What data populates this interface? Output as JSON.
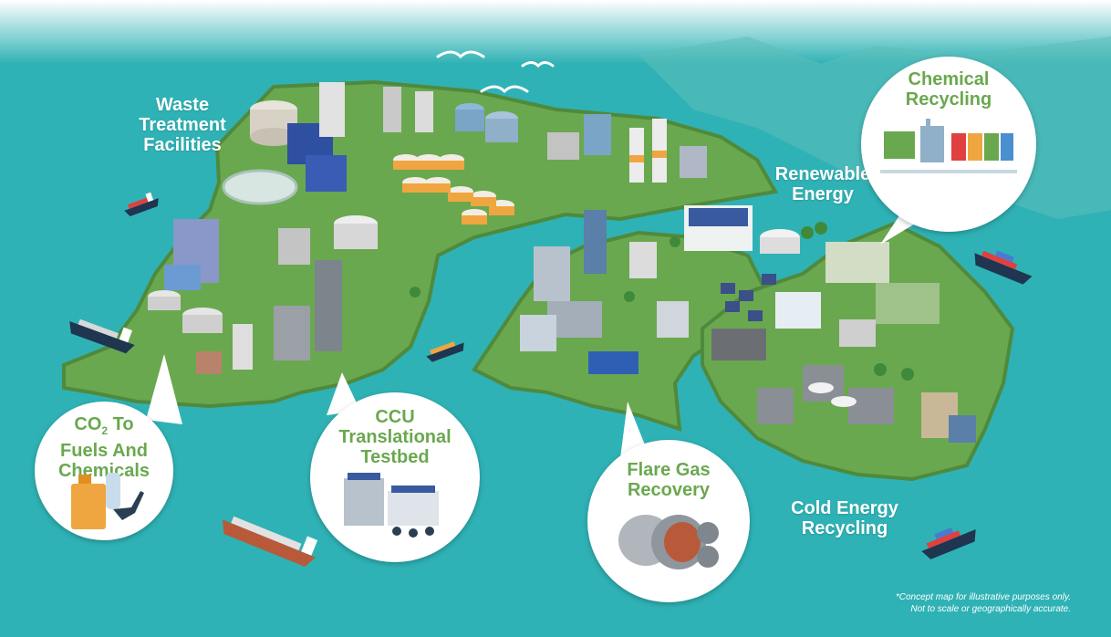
{
  "map": {
    "regions": [
      {
        "id": "waste",
        "lines": [
          "Waste",
          "Treatment",
          "Facilities"
        ]
      },
      {
        "id": "renewable",
        "lines": [
          "Renewable",
          "Energy"
        ]
      },
      {
        "id": "cold",
        "lines": [
          "Cold Energy",
          "Recycling"
        ]
      }
    ],
    "callouts": {
      "chemical": {
        "lines": [
          "Chemical",
          "Recycling"
        ]
      },
      "co2": {
        "line1": "CO",
        "subscript": "2",
        "line1_suffix": " To",
        "line2": "Fuels And",
        "line3": "Chemicals"
      },
      "ccu": {
        "lines": [
          "CCU",
          "Translational",
          "Testbed"
        ]
      },
      "flare": {
        "lines": [
          "Flare Gas",
          "Recovery"
        ]
      }
    },
    "disclaimer": {
      "line1": "*Concept map for illustrative purposes only.",
      "line2": "Not to scale or geographically accurate."
    },
    "colors": {
      "sea": "#2fb2b5",
      "land": "#6aa84f",
      "land_edge": "#4f8a3c",
      "label": "#ffffff",
      "callout_text": "#6aa84f"
    }
  }
}
